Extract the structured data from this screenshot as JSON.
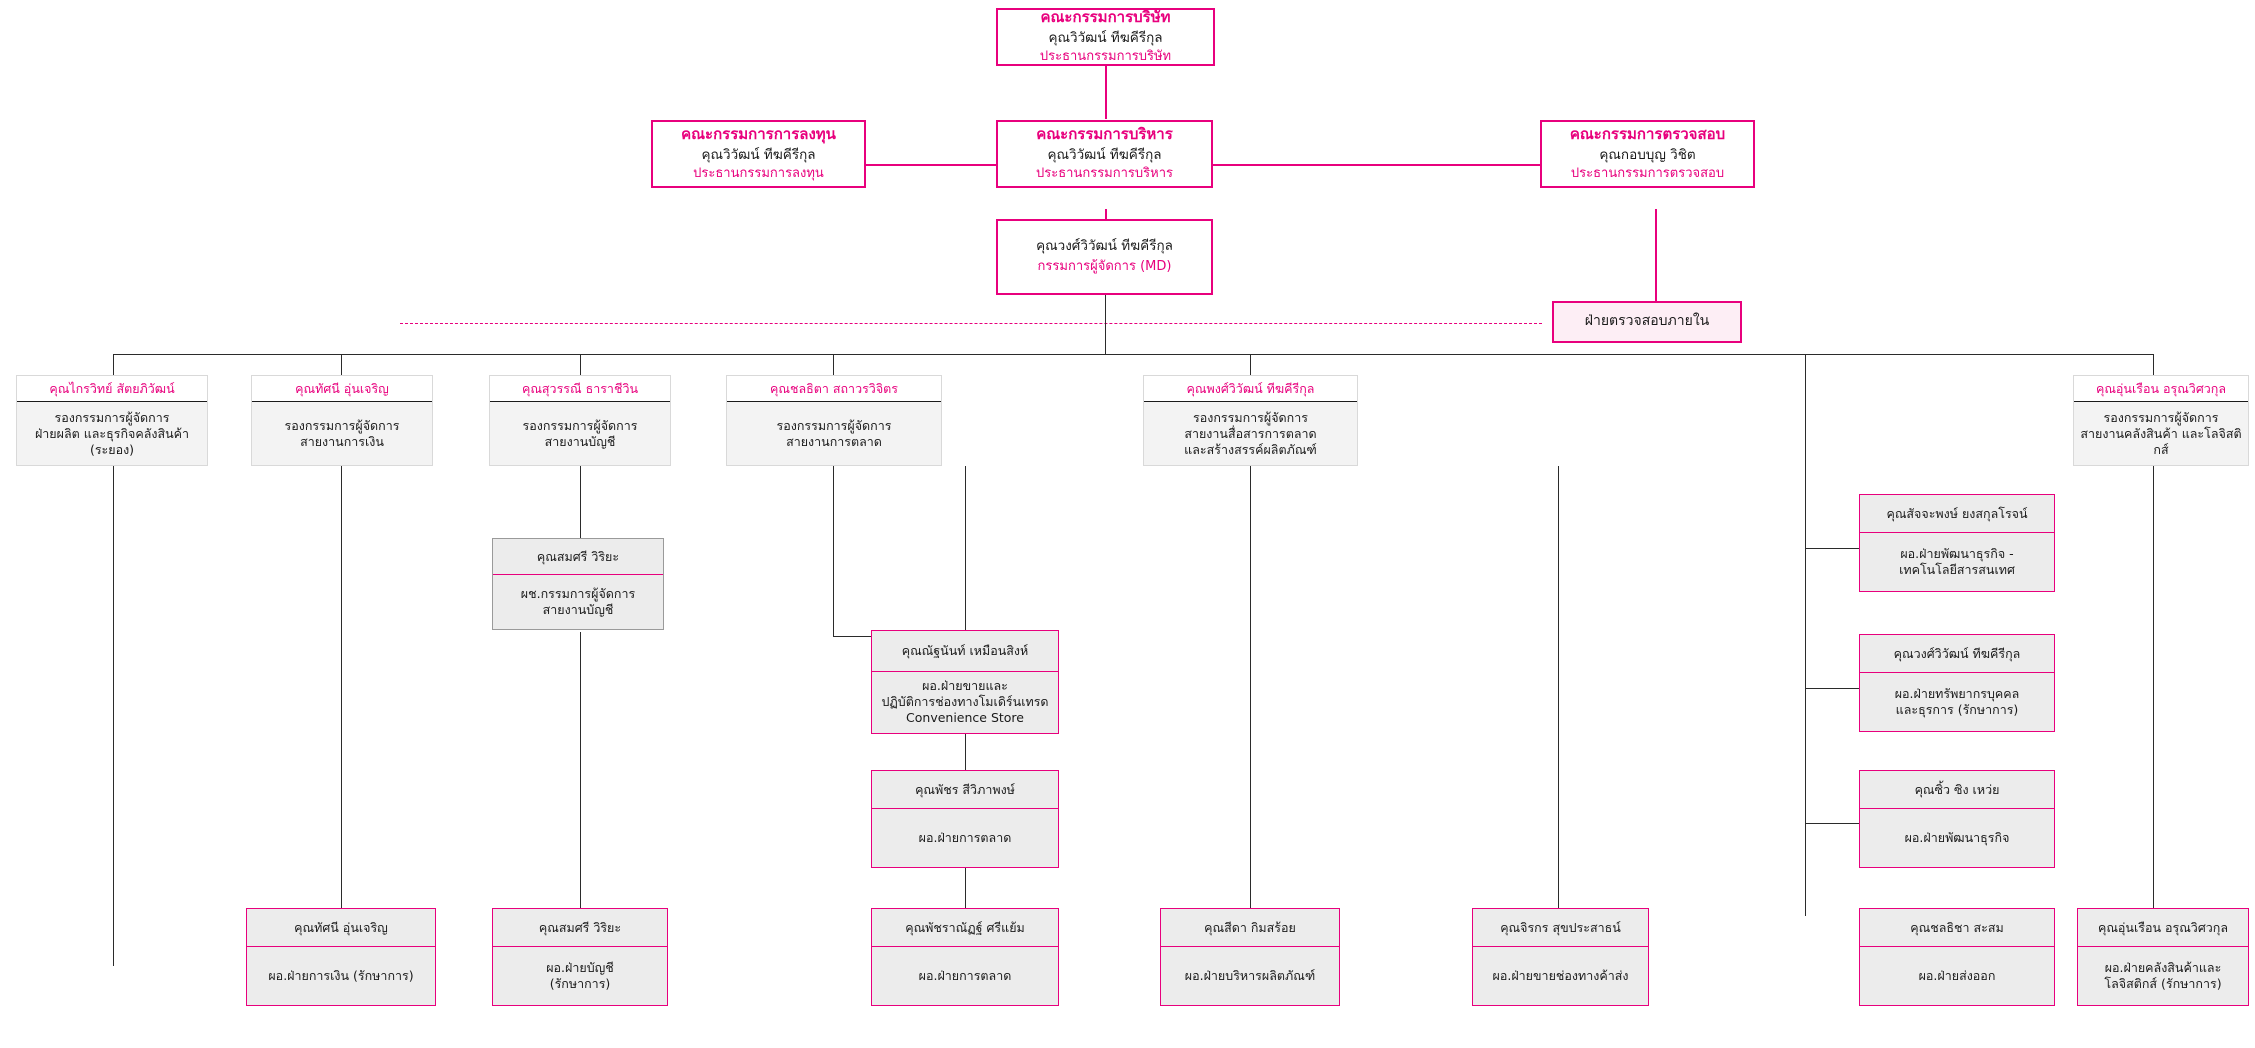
{
  "chart_title": "Organization Chart",
  "colors": {
    "accent": "#e8007d",
    "box_fill": "#ececec",
    "line": "#2b2b2b",
    "text": "#1a1a1a"
  },
  "nodes": {
    "board": {
      "head": "คณะกรรมการบริษัท",
      "name": "คุณวิวัฒน์ ทีฆคีรีกุล",
      "role": "ประธานกรรมการบริษัท"
    },
    "investment_committee": {
      "head": "คณะกรรมการการลงทุน",
      "name": "คุณวิวัฒน์ ทีฆคีรีกุล",
      "role": "ประธานกรรมการลงทุน"
    },
    "executive_committee": {
      "head": "คณะกรรมการบริหาร",
      "name": "คุณวิวัฒน์ ทีฆคีรีกุล",
      "role": "ประธานกรรมการบริหาร"
    },
    "audit_committee": {
      "head": "คณะกรรมการตรวจสอบ",
      "name": "คุณกอบบุญ วิชิต",
      "role": "ประธานกรรมการตรวจสอบ"
    },
    "managing_director": {
      "name": "คุณวงศ์วิวัฒน์  ทีฆคีรีกุล",
      "role": "กรรมการผู้จัดการ (MD)"
    },
    "internal_audit": {
      "label": "ฝ่ายตรวจสอบภายใน"
    },
    "dmd_production": {
      "title": "คุณไกรวิทย์  สัตยภิวัฒน์",
      "sub": "รองกรรมการผู้จัดการ\nฝ่ายผลิต และธุรกิจคลังสินค้า\n(ระยอง)"
    },
    "dmd_finance": {
      "title": "คุณทัศนี อุ่นเจริญ",
      "sub": "รองกรรมการผู้จัดการ\nสายงานการเงิน"
    },
    "dmd_accounting": {
      "title": "คุณสุวรรณี  ธาราชีวิน",
      "sub": "รองกรรมการผู้จัดการ\nสายงานบัญชี"
    },
    "dmd_marketing": {
      "title": "คุณชลธิตา  สถาวรวิจิตร",
      "sub": "รองกรรมการผู้จัดการ\nสายงานการตลาด"
    },
    "dmd_marcom": {
      "title": "คุณพงศ์วิวัฒน์  ทีฆคีรีกุล",
      "sub": "รองกรรมการผู้จัดการ\nสายงานสื่อสารการตลาด\nและสร้างสรรค์ผลิตภัณฑ์"
    },
    "dmd_logistics": {
      "title": "คุณอุ่นเรือน  อรุณวิศวกุล",
      "sub": "รองกรรมการผู้จัดการ\nสายงานคลังสินค้า และโลจิสติกส์"
    },
    "asst_md_accounting": {
      "title": "คุณสมศรี   วิริยะ",
      "sub": "ผช.กรรมการผู้จัดการ\nสายงานบัญชี"
    },
    "dir_modern_trade": {
      "title": "คุณณัฐนันท์   เหมือนสิงห์",
      "sub": "ผอ.ฝ่ายขายและ\nปฏิบัติการช่องทางโมเดิร์นเทรด\nConvenience Store"
    },
    "dir_marketing": {
      "title": "คุณพัชร สีวิภาพงษ์",
      "sub": "ผอ.ฝ่ายการตลาด"
    },
    "dir_bizdev_it": {
      "title": "คุณสัจจะพงษ์  ยงสกุลโรจน์",
      "sub": "ผอ.ฝ่ายพัฒนาธุรกิจ -\nเทคโนโลยีสารสนเทศ"
    },
    "dir_hr_admin": {
      "title": "คุณวงศ์วิวัฒน์  ทีฆคีรีกุล",
      "sub": "ผอ.ฝ่ายทรัพยากรบุคคล\nและธุรการ (รักษาการ)"
    },
    "dir_bizdev": {
      "title": "คุณซิ้ว  ซิง  เหว่ย",
      "sub": "ผอ.ฝ่ายพัฒนาธุรกิจ"
    },
    "dir_finance": {
      "title": "คุณทัศนี  อุ่นเจริญ",
      "sub": "ผอ.ฝ่ายการเงิน (รักษาการ)"
    },
    "dir_accounting": {
      "title": "คุณสมศรี  วิริยะ",
      "sub": "ผอ.ฝ่ายบัญชี\n(รักษาการ)"
    },
    "dir_marketing_bottom": {
      "title": "คุณพัชราณัฏฐ์ ศรีแย้ม",
      "sub": "ผอ.ฝ่ายการตลาด"
    },
    "dir_product_mgmt": {
      "title": "คุณสีดา กิมสร้อย",
      "sub": "ผอ.ฝ่ายบริหารผลิตภัณฑ์"
    },
    "dir_sales_channel": {
      "title": "คุณจิรกร สุขประสาธน์",
      "sub": "ผอ.ฝ่ายขายช่องทางค้าส่ง"
    },
    "dir_export": {
      "title": "คุณชลธิชา สะสม",
      "sub": "ผอ.ฝ่ายส่งออก"
    },
    "dir_warehouse": {
      "title": "คุณอุ่นเรือน อรุณวิศวกุล",
      "sub": "ผอ.ฝ่ายคลังสินค้าและ\nโลจิสติกส์ (รักษาการ)"
    }
  }
}
